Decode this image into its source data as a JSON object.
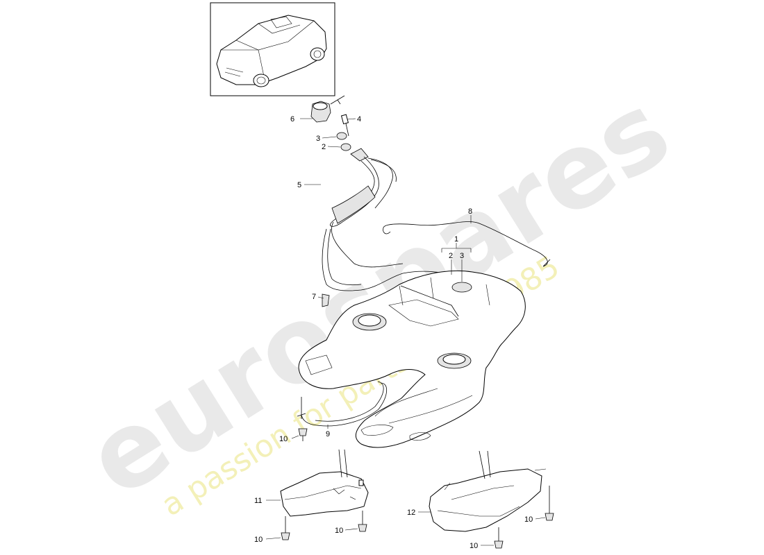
{
  "watermark": {
    "brand": "eurospares",
    "tagline": "a passion for parts since 1985"
  },
  "callouts": {
    "c1": "1",
    "c2": "2",
    "c2b": "2",
    "c3": "3",
    "c3b": "3",
    "c4": "4",
    "c5": "5",
    "c6": "6",
    "c7": "7",
    "c8": "8",
    "c9": "9",
    "c10a": "10",
    "c10b": "10",
    "c10c": "10",
    "c10d": "10",
    "c10e": "10",
    "c11": "11",
    "c12": "12"
  },
  "icons": {
    "vehicle": "suv-vehicle-icon"
  }
}
